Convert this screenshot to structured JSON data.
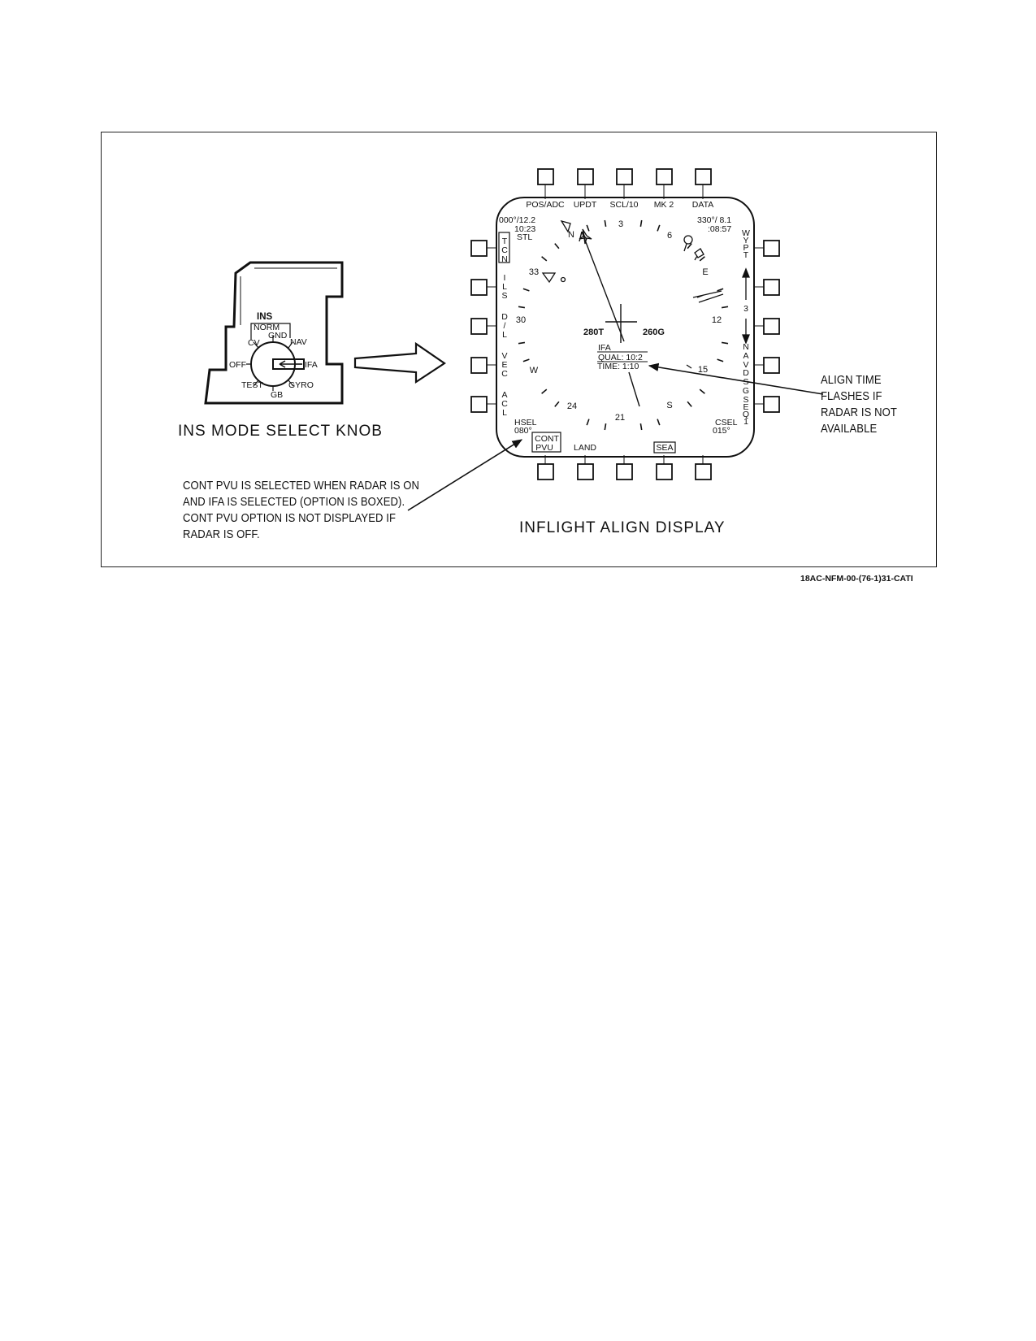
{
  "knob": {
    "title": "INS MODE SELECT KNOB",
    "header": "INS",
    "positions": [
      "OFF",
      "CV",
      "NORM",
      "GND",
      "NAV",
      "IFA",
      "GYRO",
      "GB",
      "TEST"
    ]
  },
  "display": {
    "title": "INFLIGHT ALIGN DISPLAY",
    "top_buttons": [
      "POS/ADC",
      "UPDT",
      "SCL/10",
      "MK 2",
      "DATA"
    ],
    "bottom_buttons": [
      "CONT",
      "PVU",
      "LAND",
      "SEA"
    ],
    "left_options": [
      "TCN",
      "ILS",
      "D/L",
      "VEC",
      "ACL"
    ],
    "right_options": [
      "WYPT",
      "3",
      "NAV",
      "DSG",
      "SEQ1"
    ],
    "upper_left": {
      "line1": "000°/12.2",
      "line2": "10:23",
      "line3": "STL"
    },
    "upper_right": {
      "line1": "330°/ 8.1",
      "line2": ":08:57"
    },
    "lower_left": {
      "line1": "HSEL",
      "line2": "080°"
    },
    "lower_right": {
      "line1": "CSEL",
      "line2": "015°"
    },
    "compass": [
      "N",
      "3",
      "6",
      "E",
      "12",
      "15",
      "S",
      "21",
      "24",
      "W",
      "30",
      "33"
    ],
    "heading_true": "280T",
    "heading_ground": "260G",
    "status": {
      "mode": "IFA",
      "qual": "QUAL: 10:2",
      "time": "TIME: 1:10"
    }
  },
  "callouts": {
    "align_time": [
      "ALIGN TIME",
      "FLASHES IF",
      "RADAR IS NOT",
      "AVAILABLE"
    ],
    "cont_pvu": [
      "CONT PVU IS SELECTED WHEN RADAR IS ON",
      "AND IFA IS SELECTED (OPTION IS BOXED).",
      "CONT PVU OPTION IS NOT DISPLAYED IF",
      "RADAR IS OFF."
    ]
  },
  "figure_number": "18AC-NFM-00-(76-1)31-CATI"
}
